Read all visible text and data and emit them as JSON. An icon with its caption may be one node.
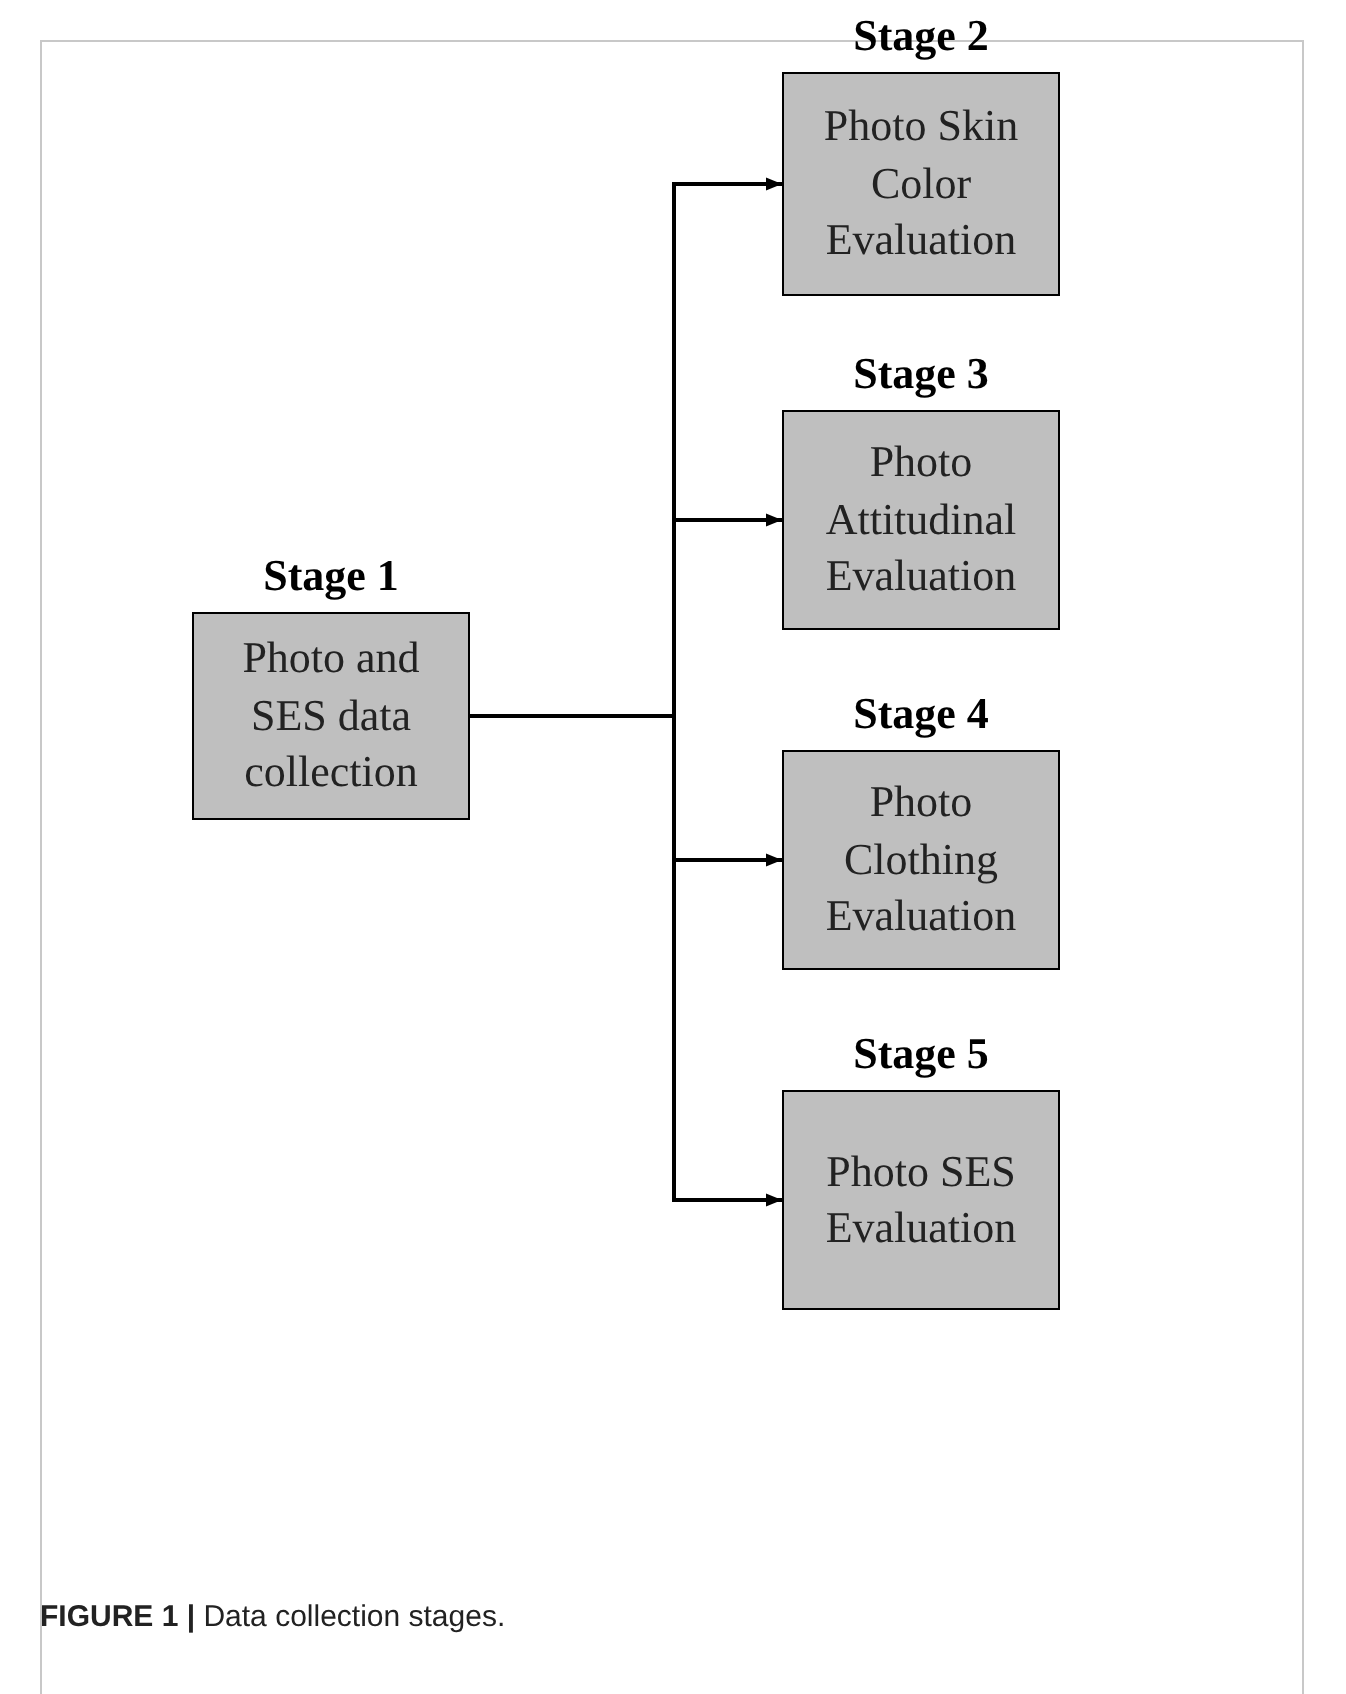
{
  "diagram": {
    "caption": "**FIGURE 1 |** Data collection stages.",
    "nodes": [
      {
        "text": [
          "Stage 1",
          "Photo and SES data collection"
        ]
      },
      {
        "text": [
          "Stage 2",
          "Photo Skin Color Evaluation"
        ]
      },
      {
        "text": [
          "Stage 3",
          "Photo Attitudinal Evaluation"
        ]
      },
      {
        "text": [
          "Stage 4",
          "Photo Clothing Evaluation"
        ]
      },
      {
        "text": [
          "Stage 5",
          "Photo SES Evaluation"
        ]
      }
    ],
    "edges": [
      {
        "from": 0,
        "to": 1,
        "arrow": "to"
      },
      {
        "from": 0,
        "to": 2,
        "arrow": "to"
      },
      {
        "from": 0,
        "to": 3,
        "arrow": "to"
      },
      {
        "from": 0,
        "to": 4,
        "arrow": "to"
      }
    ]
  }
}
